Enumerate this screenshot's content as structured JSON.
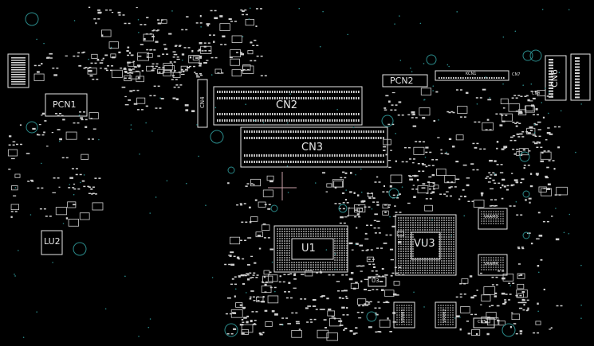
{
  "labels": {
    "cn2": "CN2",
    "cn3": "CN3",
    "cn4": "CN4",
    "cn5": "CN5",
    "cn6": "CN6",
    "pcn1": "PCN1",
    "pcn2": "PCN2",
    "kcn1": "KCN1",
    "u1": "U1",
    "u3": "U3",
    "vu3": "VU3",
    "lu2": "LU2",
    "vram3": "VRAM3",
    "vram4": "VRAM4",
    "vram1": "VRAM1",
    "vram2": "VRAM2",
    "cn7": "CN7",
    "cn8": "CN8"
  },
  "colors": {
    "background": "#000000",
    "silkscreen": "#e6e6e6",
    "hole": "#2a8a8a",
    "pad": "#d8d8d8",
    "crosshair": "#c9a0a8"
  }
}
